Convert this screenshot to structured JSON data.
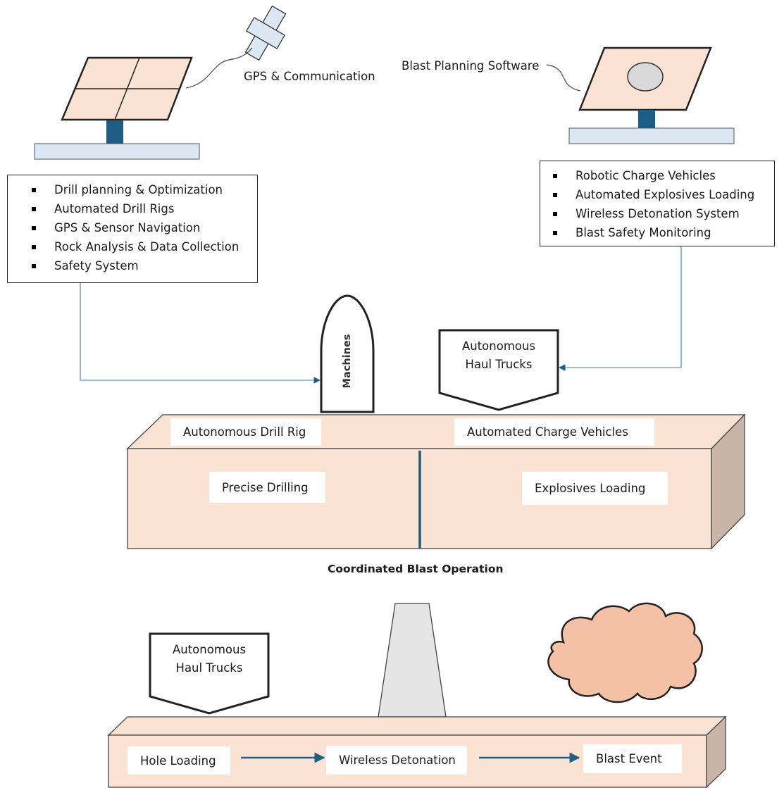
{
  "colors": {
    "peach": "#fbe3d4",
    "peach_side": "#c9b4a8",
    "panel_fill": "#fbe3d4",
    "stand_blue": "#1b5d84",
    "base_light_blue": "#dbe8f4",
    "connector_blue": "#7aa7c7",
    "arrow_blue": "#1f5f87",
    "divider_blue": "#1b5d84",
    "cloud_fill": "#f4c1a6",
    "tower_fill": "#e5e5e5",
    "dish_fill": "#d9d9d9"
  },
  "icons": {
    "satellite": "satellite-icon",
    "solar_panel": "solar-panel-icon",
    "monitor": "monitor-icon",
    "tower": "detonation-tower-icon",
    "cloud": "blast-cloud-icon"
  },
  "top_left": {
    "comm_label": "GPS & Communication",
    "list": [
      "Drill planning & Optimization",
      "Automated Drill Rigs",
      "GPS & Sensor Navigation",
      "Rock Analysis & Data Collection",
      "Safety System"
    ]
  },
  "top_right": {
    "software_label": "Blast Planning Software",
    "list": [
      "Robotic Charge Vehicles",
      "Automated Explosives Loading",
      "Wireless Detonation System",
      "Blast Safety Monitoring"
    ]
  },
  "middle": {
    "machines_label": "Machines",
    "haul_trucks_line1": "Autonomous",
    "haul_trucks_line2": "Haul Trucks",
    "drill_rig_label": "Autonomous Drill Rig",
    "charge_vehicles_label": "Automated Charge Vehicles",
    "precise_drilling_label": "Precise Drilling",
    "explosives_loading_label": "Explosives Loading",
    "section_heading": "Coordinated Blast Operation"
  },
  "bottom": {
    "haul_trucks_line1": "Autonomous",
    "haul_trucks_line2": "Haul Trucks",
    "steps": [
      "Hole Loading",
      "Wireless Detonation",
      "Blast Event"
    ]
  }
}
